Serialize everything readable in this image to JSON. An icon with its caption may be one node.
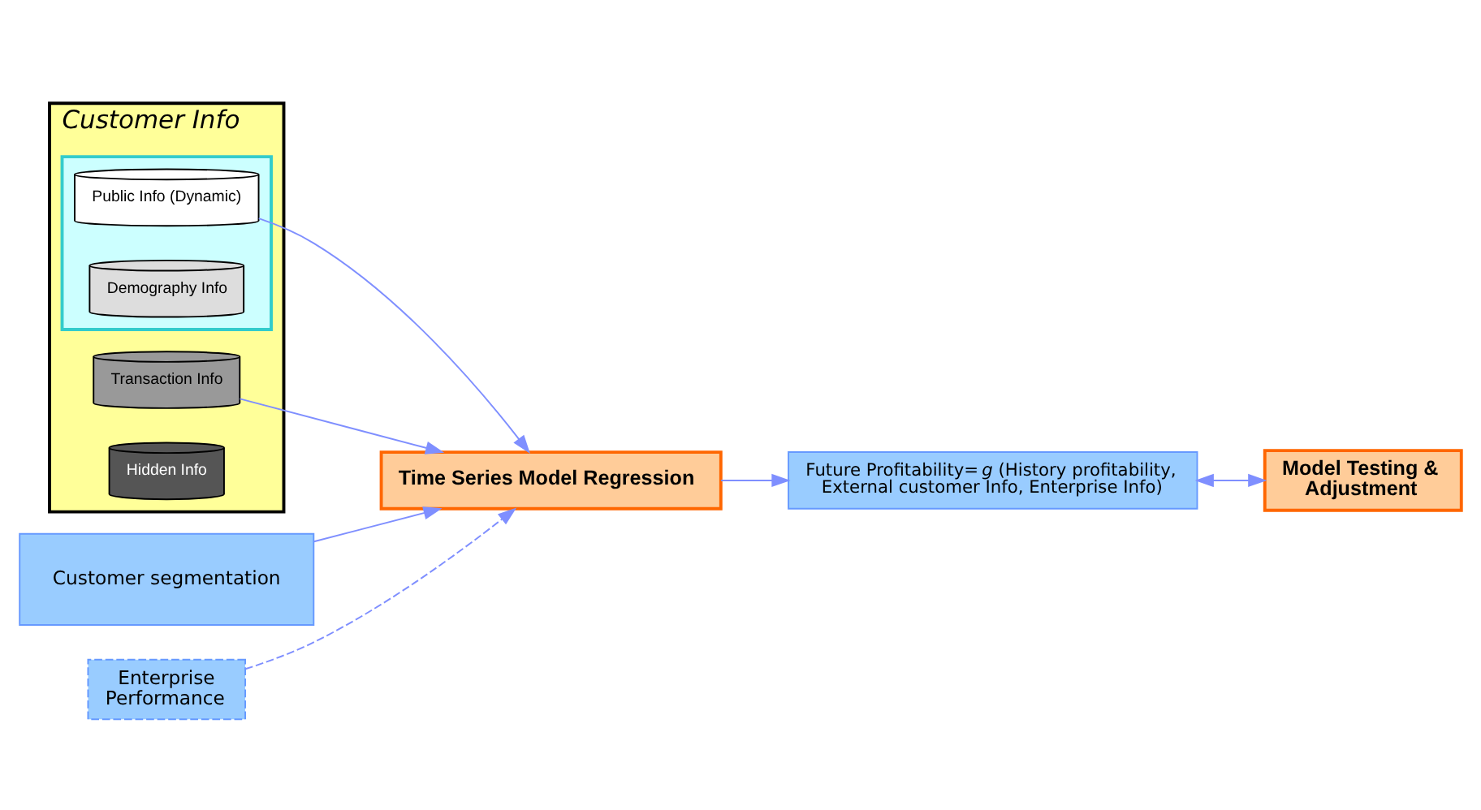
{
  "diagram": {
    "nodes": [
      {
        "text": [
          "Customer Info"
        ]
      },
      {
        "text": [],
        "shape": "box",
        "in": 0
      },
      {
        "text": [
          "Public Info (Dynamic)"
        ],
        "in": 1
      },
      {
        "text": [
          "Demography Info"
        ],
        "in": 1
      },
      {
        "text": [
          "Transaction Info"
        ],
        "in": 0
      },
      {
        "text": [
          "Hidden Info"
        ],
        "in": 0
      },
      {
        "text": [
          "Model Testing & Adjustment"
        ]
      },
      {
        "text": [
          "Future Profitability=*g* (History profitability, External customer Info, Enterprise Info)"
        ]
      },
      {
        "text": [
          "Time Series Model Regression"
        ]
      },
      {
        "text": [
          "Customer segmentation"
        ]
      },
      {
        "text": [
          "Enterprise Performance"
        ]
      }
    ],
    "edges": [
      {
        "from": 2,
        "to": 8,
        "arrow": "to"
      },
      {
        "from": 4,
        "to": 8,
        "arrow": "to"
      },
      {
        "from": 8,
        "to": 7,
        "arrow": "to"
      },
      {
        "from": 7,
        "to": 6,
        "arrow": "both"
      },
      {
        "from": 9,
        "to": 8,
        "arrow": "to"
      },
      {
        "from": 10,
        "to": 8,
        "arrow": "to",
        "style": "dashed"
      }
    ]
  }
}
